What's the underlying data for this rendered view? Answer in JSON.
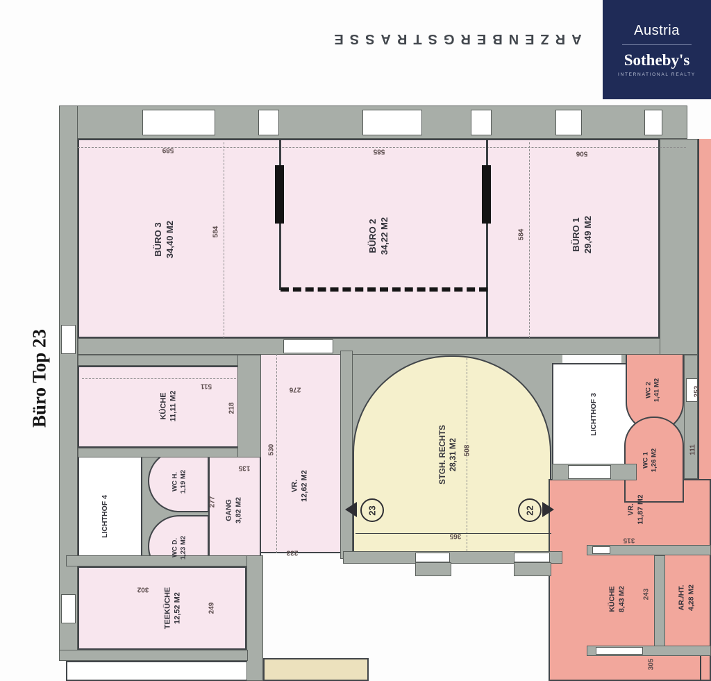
{
  "header": {
    "street": "ARZENBERGSTRASSE",
    "plan_title": "Büro Top 23"
  },
  "branding": {
    "country": "Austria",
    "brand": "Sotheby's",
    "subtitle": "INTERNATIONAL REALTY",
    "bg_color": "#1f2b57"
  },
  "rooms": {
    "buero3": {
      "name": "BÜRO 3",
      "area": "34,40 M2"
    },
    "buero2": {
      "name": "BÜRO 2",
      "area": "34,22 M2"
    },
    "buero1": {
      "name": "BÜRO 1",
      "area": "29,49 M2"
    },
    "kueche": {
      "name": "KÜCHE",
      "area": "11,11 M2"
    },
    "wc_h": {
      "name": "WC H.",
      "area": "1,19 M2"
    },
    "wc_d": {
      "name": "WC D.",
      "area": "1,23 M2"
    },
    "gang": {
      "name": "GANG",
      "area": "3,82 M2"
    },
    "vr": {
      "name": "VR.",
      "area": "12,62 M2"
    },
    "stgh": {
      "name": "STGH. RECHTS",
      "area": "28,31 M2"
    },
    "lichthof4": {
      "name": "LICHTHOF 4",
      "area": ""
    },
    "lichthof3": {
      "name": "LICHTHOF 3",
      "area": ""
    },
    "wc2": {
      "name": "WC 2",
      "area": "1,41 M2"
    },
    "wc1": {
      "name": "WC 1",
      "area": "1,26 M2"
    },
    "vr2": {
      "name": "VR.",
      "area": "11,87 M2"
    },
    "kueche2": {
      "name": "KÜCHE",
      "area": "8,43 M2"
    },
    "ar_ht": {
      "name": "AR./HT.",
      "area": "4,28 M2"
    },
    "teekueche": {
      "name": "TEEKÜCHE",
      "area": "12,52 M2"
    }
  },
  "dims": {
    "d589": "589",
    "d585": "585",
    "d506": "506",
    "d584": "584",
    "d511": "511",
    "d218": "218",
    "d276": "276",
    "d530": "530",
    "d233": "233",
    "d277": "277",
    "d135": "135",
    "d508": "508",
    "d365": "365",
    "d253": "253",
    "d111": "111",
    "d315": "315",
    "d243": "243",
    "d302": "302",
    "d249": "249",
    "d305": "305"
  },
  "markers": {
    "left": "23",
    "right": "22"
  },
  "colors": {
    "top23_pink": "#f8e6ee",
    "stairwell_cream": "#f5f0cc",
    "adjacent_salmon": "#f2a79c",
    "wall_gray": "#a8aea8",
    "lightwell_white": "#ffffff",
    "bottom_cream": "#ece1bd",
    "brand_navy": "#1f2b57"
  }
}
